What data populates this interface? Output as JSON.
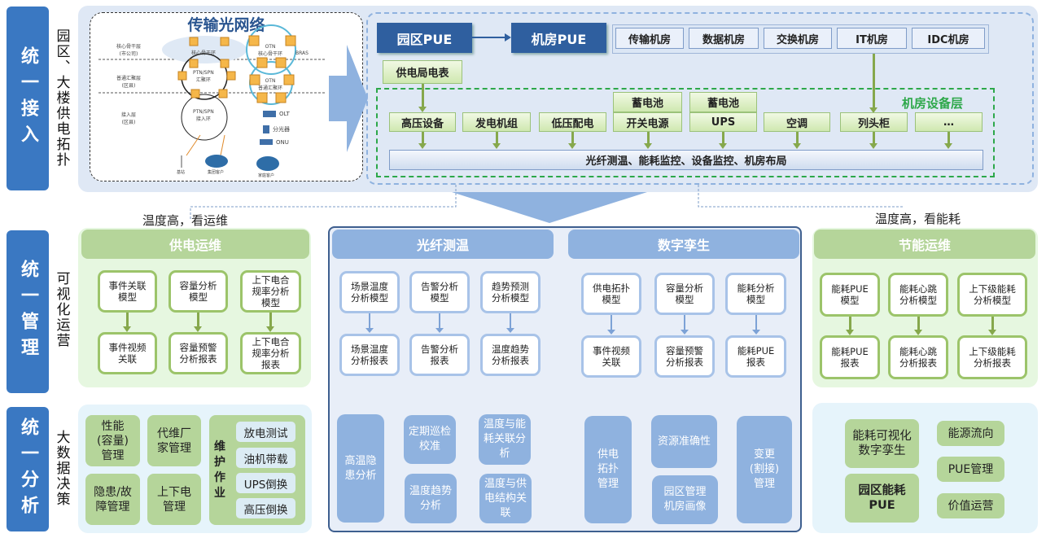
{
  "rows": [
    {
      "tab": "统一接入",
      "side": "园区、大楼供电拓扑"
    },
    {
      "tab": "统一管理",
      "side": "可视化运营"
    },
    {
      "tab": "统一分析",
      "side": "大数据决策"
    }
  ],
  "network": {
    "title": "传输光网络",
    "layers": [
      "核心骨干层\n(市公司)",
      "普通汇聚层\n(区县)",
      "接入层\n(区县)"
    ],
    "rings": [
      "核心骨干环",
      "PTN/SPN\n汇聚环",
      "PTN/SPN\n接入环",
      "OTN\n核心骨干环",
      "OTN\n普通汇聚环"
    ],
    "devices": [
      "BRAS",
      "OLT",
      "分光器",
      "ONU"
    ],
    "clients": [
      "基站",
      "集团客户",
      "家庭客户"
    ]
  },
  "top": {
    "park_pue": "园区PUE",
    "room_pue": "机房PUE",
    "rooms": [
      "传输机房",
      "数据机房",
      "交换机房",
      "IT机房",
      "IDC机房"
    ],
    "meter": "供电局电表",
    "layer_label": "机房设备层",
    "equipment": [
      "高压设备",
      "发电机组",
      "低压配电",
      "开关电源",
      "UPS",
      "空调",
      "列头柜",
      "…"
    ],
    "batteries": [
      "蓄电池",
      "蓄电池"
    ],
    "bar": "光纤测温、能耗监控、设备监控、机房布局"
  },
  "notes": {
    "left": "温度高，看运维",
    "right": "温度高，看能耗"
  },
  "mgmt": {
    "power": {
      "title": "供电运维",
      "top": [
        "事件关联\n模型",
        "容量分析\n模型",
        "上下电合\n规率分析\n模型"
      ],
      "bottom": [
        "事件视频\n关联",
        "容量预警\n分析报表",
        "上下电合\n规率分析\n报表"
      ]
    },
    "fiber": {
      "title": "光纤测温",
      "top": [
        "场景温度\n分析模型",
        "告警分析\n模型",
        "趋势预测\n分析模型"
      ],
      "bottom": [
        "场景温度\n分析报表",
        "告警分析\n报表",
        "温度趋势\n分析报表"
      ]
    },
    "twin": {
      "title": "数字孪生",
      "top": [
        "供电拓扑\n模型",
        "容量分析\n模型",
        "能耗分析\n模型"
      ],
      "bottom": [
        "事件视频\n关联",
        "容量预警\n分析报表",
        "能耗PUE\n报表"
      ]
    },
    "energy": {
      "title": "节能运维",
      "top": [
        "能耗PUE\n模型",
        "能耗心跳\n分析模型",
        "上下级能耗\n分析模型"
      ],
      "bottom": [
        "能耗PUE\n报表",
        "能耗心跳\n分析报表",
        "上下级能耗\n分析报表"
      ]
    }
  },
  "analysis": {
    "left": {
      "cards": [
        "性能\n(容量)\n管理",
        "代维厂\n家管理",
        "隐患/故\n障管理",
        "上下电\n管理"
      ],
      "maint_label": "维\n护\n作\n业",
      "maint": [
        "放电测试",
        "油机带载",
        "UPS倒换",
        "高压倒换"
      ]
    },
    "fiber": [
      "高温隐\n患分析",
      "定期巡检\n校准",
      "温度与能\n耗关联分\n析",
      "温度趋势\n分析",
      "温度与供\n电结构关\n联"
    ],
    "twin": [
      "供电\n拓扑\n管理",
      "资源准确性",
      "园区管理\n机房画像",
      "变更\n(割接)\n管理"
    ],
    "right": [
      "能耗可视化\n数字孪生",
      "园区能耗\nPUE",
      "能源流向",
      "PUE管理",
      "价值运营"
    ]
  }
}
